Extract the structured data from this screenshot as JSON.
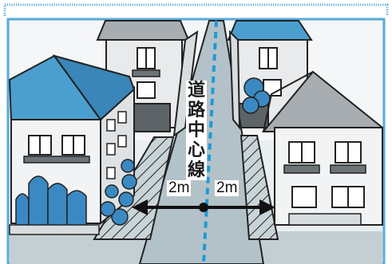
{
  "labels": {
    "road_center_line": [
      "道",
      "路",
      "中",
      "心",
      "線"
    ],
    "distance_left": "2m",
    "distance_right": "2m"
  },
  "colors": {
    "road": "#b3c2c8",
    "center_line": "#1e9ad6",
    "roof_blue": "#4b9fcf",
    "roof_gray": "#a7adb1",
    "frame": "#5aa9d8",
    "bush": "#3b89c2",
    "hatch_area": "#c9d4d8"
  }
}
